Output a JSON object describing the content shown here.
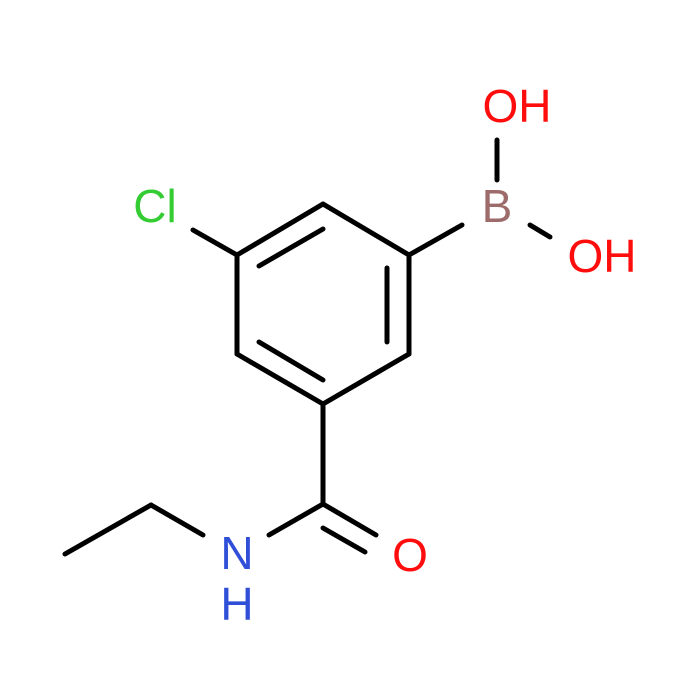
{
  "molecule": {
    "atoms": {
      "cl": {
        "label": "Cl",
        "color": "#33cc33"
      },
      "b": {
        "label": "B",
        "color": "#9e6b6b"
      },
      "oh_top": {
        "label": "OH",
        "color": "#ff0d0d"
      },
      "oh_right": {
        "label": "OH",
        "color": "#ff0d0d"
      },
      "o_carbonyl": {
        "label": "O",
        "color": "#ff0d0d"
      },
      "n": {
        "label": "N",
        "color": "#2f4fd8"
      },
      "h_amide": {
        "label": "H",
        "color": "#2f4fd8"
      }
    },
    "bond_color": "#000000"
  }
}
